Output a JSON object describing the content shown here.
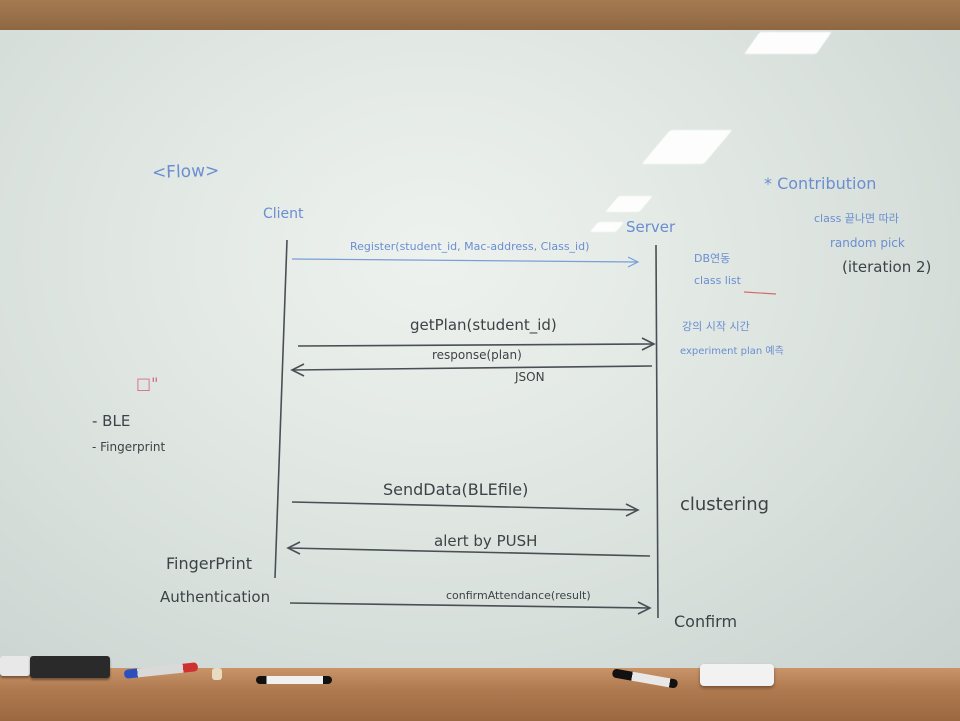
{
  "whiteboard": {
    "heading": "<Flow>",
    "client_label": "Client",
    "server_label": "Server",
    "messages": [
      {
        "label": "Register(student_id, Mac-address, Class_id)"
      },
      {
        "label": "getPlan(student_id)"
      },
      {
        "label": "response(plan)"
      },
      {
        "label": "JSON"
      },
      {
        "label": "SendData(BLEfile)"
      },
      {
        "label": "alert by PUSH"
      },
      {
        "label": "confirmAttendance(result)"
      }
    ],
    "server_notes": [
      "DB연동",
      "class list",
      "강의 시작 시간",
      "experiment plan 예측",
      "clustering",
      "Confirm"
    ],
    "client_notes": [
      "FingerPrint",
      "Authentication"
    ],
    "left_notes": {
      "marker": "□\"",
      "items": [
        "- BLE",
        "- Fingerprint"
      ]
    },
    "contribution": {
      "title": "* Contribution",
      "lines": [
        "class 끝나면 따라",
        "random pick",
        "(iteration 2)"
      ]
    }
  },
  "colors": {
    "ink_blue": "#6a8ed0",
    "ink_dark": "#3e4246",
    "ink_pink": "#d66a8a",
    "board": "#dfe6e2",
    "frame": "#a47a50"
  }
}
